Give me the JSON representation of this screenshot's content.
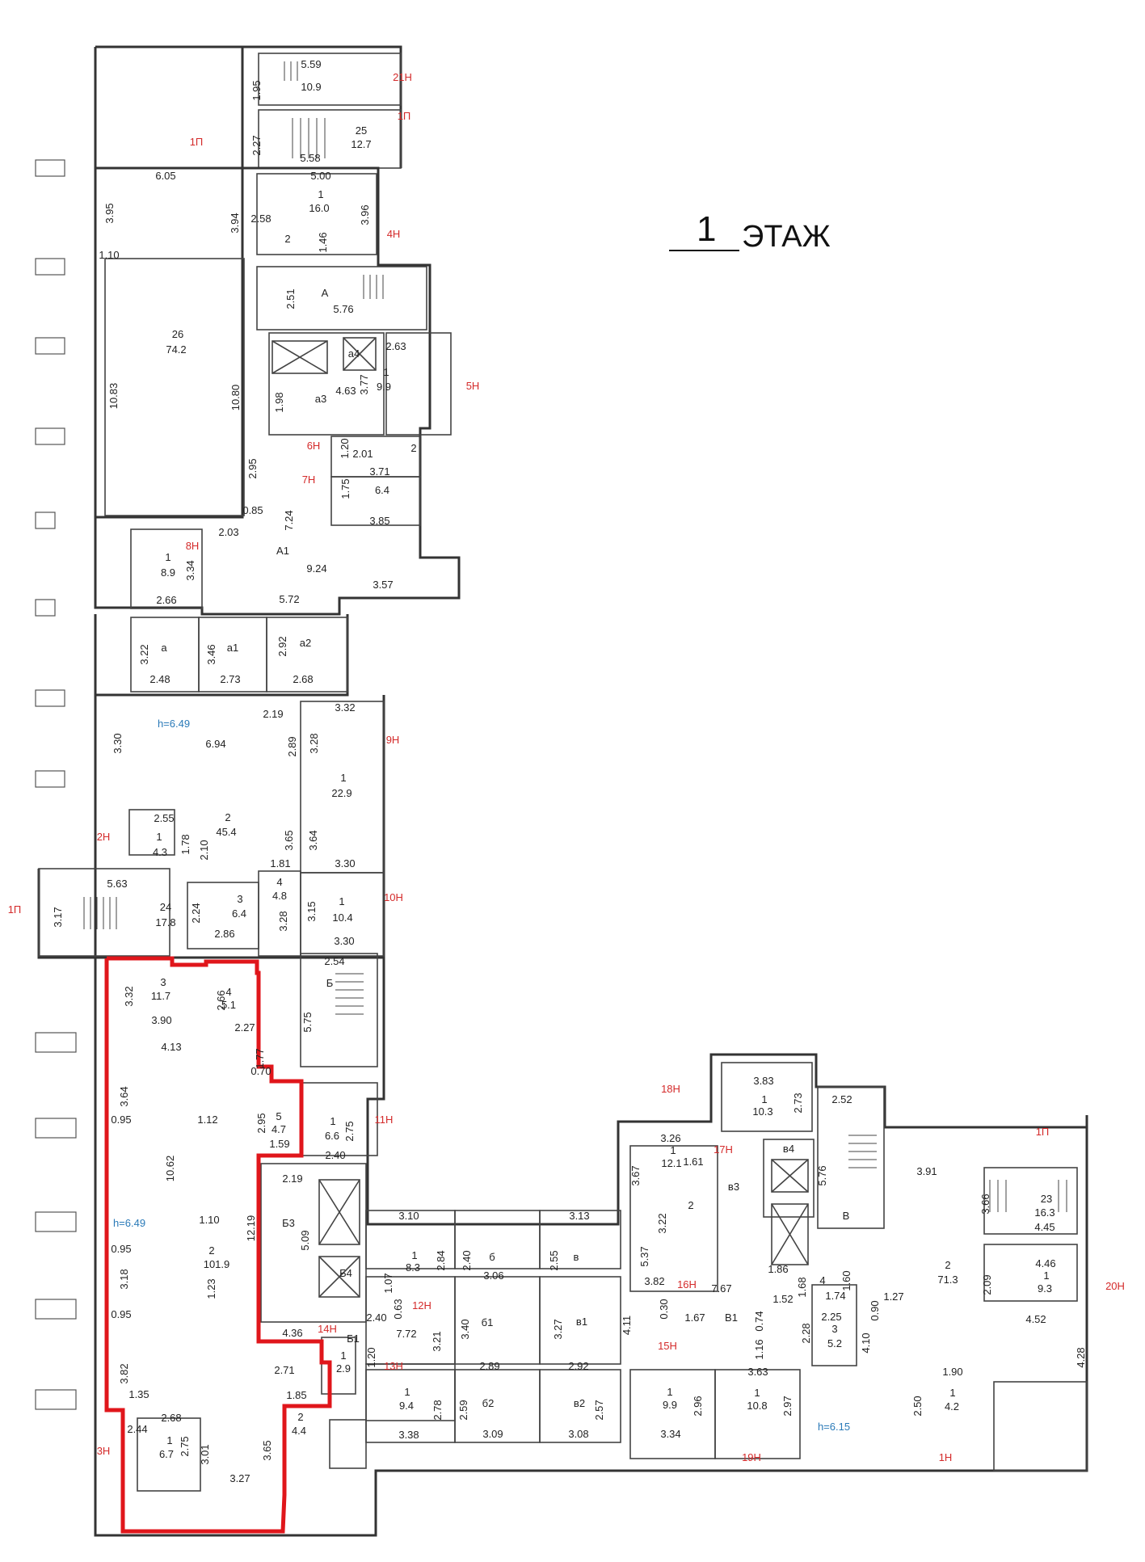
{
  "floor_title": {
    "number": "1",
    "word": "ЭТАЖ"
  },
  "labels": [
    {
      "id": "d1",
      "t": "5.59"
    },
    {
      "id": "d2",
      "t": "1.95"
    },
    {
      "id": "d3",
      "t": "10.9"
    },
    {
      "id": "d4",
      "t": "21Н",
      "c": "red"
    },
    {
      "id": "d5",
      "t": "1П",
      "c": "red"
    },
    {
      "id": "d6",
      "t": "2.27"
    },
    {
      "id": "d7",
      "t": "25"
    },
    {
      "id": "d8",
      "t": "12.7"
    },
    {
      "id": "d9",
      "t": "5.58"
    },
    {
      "id": "d10",
      "t": "1П",
      "c": "red"
    },
    {
      "id": "d11",
      "t": "6.05"
    },
    {
      "id": "d12",
      "t": "5.00"
    },
    {
      "id": "d13",
      "t": "1"
    },
    {
      "id": "d14",
      "t": "16.0"
    },
    {
      "id": "d15",
      "t": "3.95"
    },
    {
      "id": "d16",
      "t": "3.94"
    },
    {
      "id": "d17",
      "t": "2.58"
    },
    {
      "id": "d18",
      "t": "3.96"
    },
    {
      "id": "d19",
      "t": "2"
    },
    {
      "id": "d20",
      "t": "1.46"
    },
    {
      "id": "d21",
      "t": "4Н",
      "c": "red"
    },
    {
      "id": "d22",
      "t": "1.10"
    },
    {
      "id": "d23",
      "t": "2.51"
    },
    {
      "id": "d24",
      "t": "А"
    },
    {
      "id": "d25",
      "t": "5.76"
    },
    {
      "id": "d26",
      "t": "26"
    },
    {
      "id": "d27",
      "t": "74.2"
    },
    {
      "id": "d28",
      "t": "а4"
    },
    {
      "id": "d29",
      "t": "2.63"
    },
    {
      "id": "d30",
      "t": "3.77"
    },
    {
      "id": "d31",
      "t": "1"
    },
    {
      "id": "d32",
      "t": "9.9"
    },
    {
      "id": "d33",
      "t": "10.83"
    },
    {
      "id": "d34",
      "t": "10.80"
    },
    {
      "id": "d35",
      "t": "1.98"
    },
    {
      "id": "d36",
      "t": "а3"
    },
    {
      "id": "d37",
      "t": "4.63"
    },
    {
      "id": "d38",
      "t": "5Н",
      "c": "red"
    },
    {
      "id": "d39",
      "t": "6Н",
      "c": "red"
    },
    {
      "id": "d40",
      "t": "1.20"
    },
    {
      "id": "d41",
      "t": "2.01"
    },
    {
      "id": "d42",
      "t": "2"
    },
    {
      "id": "d43",
      "t": "2.95"
    },
    {
      "id": "d44",
      "t": "7Н",
      "c": "red"
    },
    {
      "id": "d45",
      "t": "1.75"
    },
    {
      "id": "d46",
      "t": "3.71"
    },
    {
      "id": "d47",
      "t": "6.4"
    },
    {
      "id": "d48",
      "t": "0.85"
    },
    {
      "id": "d49",
      "t": "7.24"
    },
    {
      "id": "d50",
      "t": "3.85"
    },
    {
      "id": "d51",
      "t": "2.03"
    },
    {
      "id": "d52",
      "t": "8Н",
      "c": "red"
    },
    {
      "id": "d53",
      "t": "1"
    },
    {
      "id": "d54",
      "t": "8.9"
    },
    {
      "id": "d55",
      "t": "3.34"
    },
    {
      "id": "d56",
      "t": "А1"
    },
    {
      "id": "d57",
      "t": "9.24"
    },
    {
      "id": "d58",
      "t": "3.57"
    },
    {
      "id": "d59",
      "t": "2.66"
    },
    {
      "id": "d60",
      "t": "5.72"
    },
    {
      "id": "d61",
      "t": "3.22"
    },
    {
      "id": "d62",
      "t": "а"
    },
    {
      "id": "d63",
      "t": "3.46"
    },
    {
      "id": "d64",
      "t": "а1"
    },
    {
      "id": "d65",
      "t": "2.92"
    },
    {
      "id": "d66",
      "t": "а2"
    },
    {
      "id": "d67",
      "t": "2.48"
    },
    {
      "id": "d68",
      "t": "2.73"
    },
    {
      "id": "d69",
      "t": "2.68"
    },
    {
      "id": "d70",
      "t": "3.32"
    },
    {
      "id": "d71",
      "t": "2.19"
    },
    {
      "id": "d72",
      "t": "h=6.49",
      "c": "blue"
    },
    {
      "id": "d73",
      "t": "3.30"
    },
    {
      "id": "d74",
      "t": "6.94"
    },
    {
      "id": "d75",
      "t": "2.89"
    },
    {
      "id": "d76",
      "t": "3.28"
    },
    {
      "id": "d77",
      "t": "9Н",
      "c": "red"
    },
    {
      "id": "d78",
      "t": "1"
    },
    {
      "id": "d79",
      "t": "22.9"
    },
    {
      "id": "d80",
      "t": "2.55"
    },
    {
      "id": "d81",
      "t": "2"
    },
    {
      "id": "d82",
      "t": "45.4"
    },
    {
      "id": "d83",
      "t": "3.65"
    },
    {
      "id": "d84",
      "t": "3.64"
    },
    {
      "id": "d85",
      "t": "2Н",
      "c": "red"
    },
    {
      "id": "d86",
      "t": "1"
    },
    {
      "id": "d87",
      "t": "4.3"
    },
    {
      "id": "d88",
      "t": "1.78"
    },
    {
      "id": "d89",
      "t": "2.10"
    },
    {
      "id": "d90",
      "t": "1.81"
    },
    {
      "id": "d91",
      "t": "3.30"
    },
    {
      "id": "d92",
      "t": "5.63"
    },
    {
      "id": "d93",
      "t": "4"
    },
    {
      "id": "d94",
      "t": "4.8"
    },
    {
      "id": "d95",
      "t": "1П",
      "c": "red"
    },
    {
      "id": "d96",
      "t": "3.17"
    },
    {
      "id": "d97",
      "t": "24"
    },
    {
      "id": "d98",
      "t": "17.8"
    },
    {
      "id": "d99",
      "t": "2.24"
    },
    {
      "id": "d100",
      "t": "3"
    },
    {
      "id": "d101",
      "t": "6.4"
    },
    {
      "id": "d102",
      "t": "3.28"
    },
    {
      "id": "d103",
      "t": "3.15"
    },
    {
      "id": "d104",
      "t": "1"
    },
    {
      "id": "d105",
      "t": "10.4"
    },
    {
      "id": "d106",
      "t": "10Н",
      "c": "red"
    },
    {
      "id": "d107",
      "t": "2.86"
    },
    {
      "id": "d108",
      "t": "3.30"
    },
    {
      "id": "d109",
      "t": "2.54"
    },
    {
      "id": "d110",
      "t": "Б"
    },
    {
      "id": "d111",
      "t": "3.32"
    },
    {
      "id": "d112",
      "t": "3"
    },
    {
      "id": "d113",
      "t": "11.7"
    },
    {
      "id": "d114",
      "t": "2.66"
    },
    {
      "id": "d115",
      "t": "4"
    },
    {
      "id": "d116",
      "t": "5.1"
    },
    {
      "id": "d117",
      "t": "3.90"
    },
    {
      "id": "d118",
      "t": "5.75"
    },
    {
      "id": "d119",
      "t": "2.27"
    },
    {
      "id": "d120",
      "t": "4.13"
    },
    {
      "id": "d121",
      "t": "1.77"
    },
    {
      "id": "d122",
      "t": "0.70"
    },
    {
      "id": "d123",
      "t": "3.64"
    },
    {
      "id": "d124",
      "t": "0.95"
    },
    {
      "id": "d125",
      "t": "1.12"
    },
    {
      "id": "d126",
      "t": "2.95"
    },
    {
      "id": "d127",
      "t": "5"
    },
    {
      "id": "d128",
      "t": "4.7"
    },
    {
      "id": "d129",
      "t": "1"
    },
    {
      "id": "d130",
      "t": "6.6"
    },
    {
      "id": "d131",
      "t": "2.75"
    },
    {
      "id": "d132",
      "t": "11Н",
      "c": "red"
    },
    {
      "id": "d133",
      "t": "10.62"
    },
    {
      "id": "d134",
      "t": "1.59"
    },
    {
      "id": "d135",
      "t": "2.40"
    },
    {
      "id": "d136",
      "t": "18Н",
      "c": "red"
    },
    {
      "id": "d137",
      "t": "3.83"
    },
    {
      "id": "d138",
      "t": "1"
    },
    {
      "id": "d139",
      "t": "10.3"
    },
    {
      "id": "d140",
      "t": "2.73"
    },
    {
      "id": "d141",
      "t": "2.52"
    },
    {
      "id": "d142",
      "t": "3.26"
    },
    {
      "id": "d143",
      "t": "1"
    },
    {
      "id": "d144",
      "t": "12.1"
    },
    {
      "id": "d145",
      "t": "1.61"
    },
    {
      "id": "d146",
      "t": "17Н",
      "c": "red"
    },
    {
      "id": "d147",
      "t": "3.67"
    },
    {
      "id": "d148",
      "t": "в4"
    },
    {
      "id": "d149",
      "t": "5.76"
    },
    {
      "id": "d150",
      "t": "1П",
      "c": "red"
    },
    {
      "id": "d151",
      "t": "3.91"
    },
    {
      "id": "d152",
      "t": "2.19"
    },
    {
      "id": "d153",
      "t": "в3"
    },
    {
      "id": "d154",
      "t": "h=6.49",
      "c": "blue"
    },
    {
      "id": "d155",
      "t": "1.10"
    },
    {
      "id": "d156",
      "t": "12.19"
    },
    {
      "id": "d157",
      "t": "Б3"
    },
    {
      "id": "d158",
      "t": "5.09"
    },
    {
      "id": "d159",
      "t": "3.10"
    },
    {
      "id": "d160",
      "t": "3.13"
    },
    {
      "id": "d161",
      "t": "3.22"
    },
    {
      "id": "d162",
      "t": "2"
    },
    {
      "id": "d163",
      "t": "В"
    },
    {
      "id": "d164",
      "t": "3.66"
    },
    {
      "id": "d165",
      "t": "23"
    },
    {
      "id": "d166",
      "t": "16.3"
    },
    {
      "id": "d167",
      "t": "0.95"
    },
    {
      "id": "d168",
      "t": "2"
    },
    {
      "id": "d169",
      "t": "101.9"
    },
    {
      "id": "d170",
      "t": "1"
    },
    {
      "id": "d171",
      "t": "8.3"
    },
    {
      "id": "d172",
      "t": "2.84"
    },
    {
      "id": "d173",
      "t": "2.40"
    },
    {
      "id": "d174",
      "t": "б"
    },
    {
      "id": "d175",
      "t": "2.55"
    },
    {
      "id": "d176",
      "t": "в"
    },
    {
      "id": "d177",
      "t": "5.37"
    },
    {
      "id": "d178",
      "t": "4.45"
    },
    {
      "id": "d179",
      "t": "3.18"
    },
    {
      "id": "d180",
      "t": "Б4"
    },
    {
      "id": "d181",
      "t": "3.06"
    },
    {
      "id": "d182",
      "t": "1.86"
    },
    {
      "id": "d183",
      "t": "2"
    },
    {
      "id": "d184",
      "t": "71.3"
    },
    {
      "id": "d185",
      "t": "4.46"
    },
    {
      "id": "d186",
      "t": "1"
    },
    {
      "id": "d187",
      "t": "9.3"
    },
    {
      "id": "d188",
      "t": "1.23"
    },
    {
      "id": "d189",
      "t": "1.07"
    },
    {
      "id": "d190",
      "t": "3.82"
    },
    {
      "id": "d191",
      "t": "16Н",
      "c": "red"
    },
    {
      "id": "d192",
      "t": "7.67"
    },
    {
      "id": "d193",
      "t": "1.68"
    },
    {
      "id": "d194",
      "t": "4"
    },
    {
      "id": "d195",
      "t": "1.60"
    },
    {
      "id": "d196",
      "t": "2.09"
    },
    {
      "id": "d197",
      "t": "20Н",
      "c": "red"
    },
    {
      "id": "d198",
      "t": "1.27"
    },
    {
      "id": "d199",
      "t": "1.74"
    },
    {
      "id": "d200",
      "t": "0.95"
    },
    {
      "id": "d201",
      "t": "0.63"
    },
    {
      "id": "d202",
      "t": "12Н",
      "c": "red"
    },
    {
      "id": "d203",
      "t": "0.30"
    },
    {
      "id": "d204",
      "t": "1.52"
    },
    {
      "id": "d205",
      "t": "0.90"
    },
    {
      "id": "d206",
      "t": "4.52"
    },
    {
      "id": "d207",
      "t": "2.40"
    },
    {
      "id": "d208",
      "t": "3.40"
    },
    {
      "id": "d209",
      "t": "б1"
    },
    {
      "id": "d210",
      "t": "3.27"
    },
    {
      "id": "d211",
      "t": "в1"
    },
    {
      "id": "d212",
      "t": "4.11"
    },
    {
      "id": "d213",
      "t": "В1"
    },
    {
      "id": "d214",
      "t": "0.74"
    },
    {
      "id": "d215",
      "t": "2.28"
    },
    {
      "id": "d216",
      "t": "2.25"
    },
    {
      "id": "d217",
      "t": "3.21"
    },
    {
      "id": "d218",
      "t": "7.72"
    },
    {
      "id": "d219",
      "t": "1.67"
    },
    {
      "id": "d220",
      "t": "1.20"
    },
    {
      "id": "d221",
      "t": "14Н",
      "c": "red"
    },
    {
      "id": "d222",
      "t": "Б1"
    },
    {
      "id": "d223",
      "t": "4.36"
    },
    {
      "id": "d224",
      "t": "15Н",
      "c": "red"
    },
    {
      "id": "d225",
      "t": "1.16"
    },
    {
      "id": "d226",
      "t": "3"
    },
    {
      "id": "d227",
      "t": "5.2"
    },
    {
      "id": "d228",
      "t": "4.10"
    },
    {
      "id": "d229",
      "t": "4.28"
    },
    {
      "id": "d230",
      "t": "3.82"
    },
    {
      "id": "d231",
      "t": "2.71"
    },
    {
      "id": "d232",
      "t": "1"
    },
    {
      "id": "d233",
      "t": "2.9"
    },
    {
      "id": "d234",
      "t": "13Н",
      "c": "red"
    },
    {
      "id": "d235",
      "t": "2.89"
    },
    {
      "id": "d236",
      "t": "2.92"
    },
    {
      "id": "d237",
      "t": "1.90"
    },
    {
      "id": "d238",
      "t": "1.35"
    },
    {
      "id": "d239",
      "t": "1.85"
    },
    {
      "id": "d240",
      "t": "1"
    },
    {
      "id": "d241",
      "t": "9.4"
    },
    {
      "id": "d242",
      "t": "2.78"
    },
    {
      "id": "d243",
      "t": "2.59"
    },
    {
      "id": "d244",
      "t": "б2"
    },
    {
      "id": "d245",
      "t": "в2"
    },
    {
      "id": "d246",
      "t": "2.57"
    },
    {
      "id": "d247",
      "t": "1"
    },
    {
      "id": "d248",
      "t": "9.9"
    },
    {
      "id": "d249",
      "t": "2.96"
    },
    {
      "id": "d250",
      "t": "3.63"
    },
    {
      "id": "d251",
      "t": "1"
    },
    {
      "id": "d252",
      "t": "10.8"
    },
    {
      "id": "d253",
      "t": "2.97"
    },
    {
      "id": "d254",
      "t": "2.50"
    },
    {
      "id": "d255",
      "t": "1"
    },
    {
      "id": "d256",
      "t": "4.2"
    },
    {
      "id": "d257",
      "t": "2.68"
    },
    {
      "id": "d258",
      "t": "2.44"
    },
    {
      "id": "d259",
      "t": "2"
    },
    {
      "id": "d260",
      "t": "4.4"
    },
    {
      "id": "d261",
      "t": "3.38"
    },
    {
      "id": "d262",
      "t": "3.09"
    },
    {
      "id": "d263",
      "t": "3.08"
    },
    {
      "id": "d264",
      "t": "3.34"
    },
    {
      "id": "d265",
      "t": "h=6.15",
      "c": "blue"
    },
    {
      "id": "d266",
      "t": "3Н",
      "c": "red"
    },
    {
      "id": "d267",
      "t": "1"
    },
    {
      "id": "d268",
      "t": "6.7"
    },
    {
      "id": "d269",
      "t": "2.75"
    },
    {
      "id": "d270",
      "t": "3.01"
    },
    {
      "id": "d271",
      "t": "3.65"
    },
    {
      "id": "d272",
      "t": "19Н",
      "c": "red"
    },
    {
      "id": "d273",
      "t": "1Н",
      "c": "red"
    },
    {
      "id": "d274",
      "t": "3.27"
    }
  ]
}
